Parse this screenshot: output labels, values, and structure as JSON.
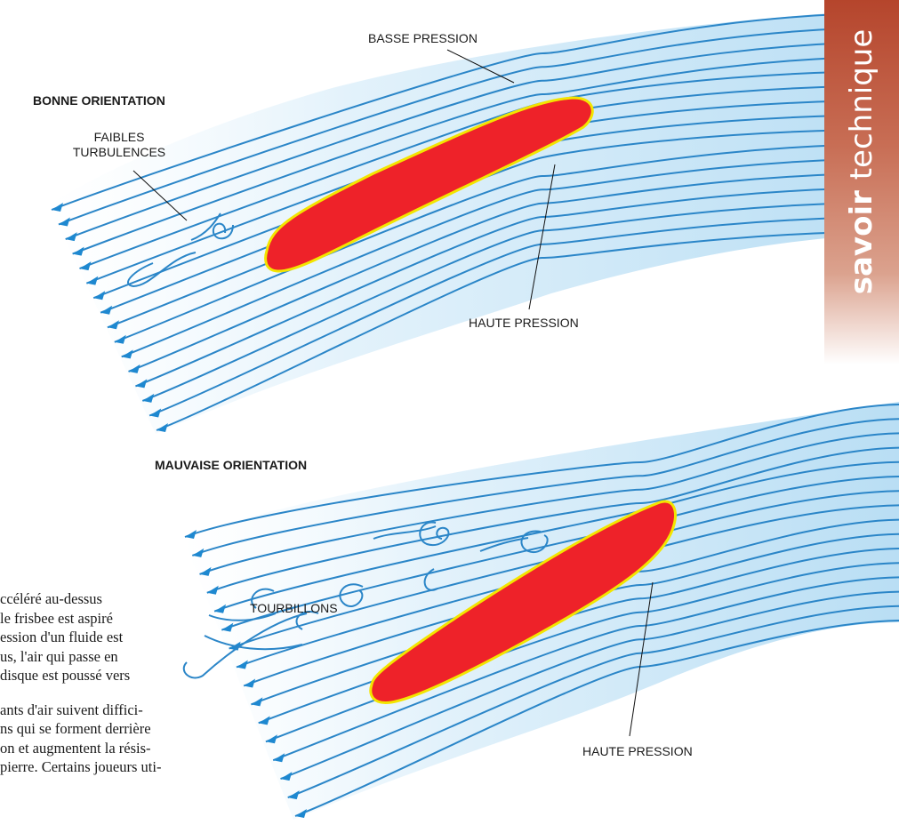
{
  "diagram": {
    "tab": {
      "word1": "savoir",
      "word2": "technique"
    },
    "top": {
      "title": "BONNE ORIENTATION",
      "low_pressure": "BASSE PRESSION",
      "turbulence": [
        "FAIBLES",
        "TURBULENCES"
      ],
      "high_pressure": "HAUTE PRESSION"
    },
    "bottom": {
      "title": "MAUVAISE ORIENTATION",
      "vortices": "TOURBILLONS",
      "high_pressure": "HAUTE PRESSION"
    },
    "colors": {
      "flow_line": "#2b86c8",
      "arrow": "#1e88d0",
      "disc": "#ee2229",
      "disc_outline": "#f3e500",
      "flow_band": "#cfe8f7",
      "tab": "#b5452c"
    }
  },
  "body_text": {
    "lines": [
      "ccéléré au-dessus",
      "le frisbee est aspiré",
      "ession d'un fluide est",
      "us, l'air qui passe en",
      "disque est poussé vers",
      "ants d'air suivent diffici-",
      "ns qui se forment derrière",
      "on et augmentent la résis-",
      "pierre. Certains joueurs uti-"
    ]
  }
}
